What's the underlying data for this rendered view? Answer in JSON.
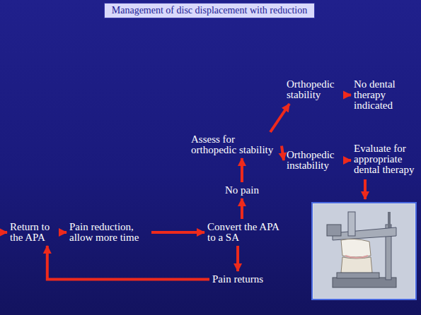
{
  "diagram": {
    "title": "Management of disc displacement with reduction",
    "nodes": [
      {
        "text": [
          "Return to the APA"
        ]
      },
      {
        "text": [
          "Pain reduction, allow more time"
        ]
      },
      {
        "text": [
          "Convert the APA to a SA"
        ]
      },
      {
        "text": [
          "Pain returns"
        ]
      },
      {
        "text": [
          "No pain"
        ]
      },
      {
        "text": [
          "Assess for orthopedic stability"
        ]
      },
      {
        "text": [
          "Orthopedic stability"
        ]
      },
      {
        "text": [
          "No dental therapy indicated"
        ]
      },
      {
        "text": [
          "Orthopedic instability"
        ]
      },
      {
        "text": [
          "Evaluate for appropriate dental therapy"
        ]
      }
    ],
    "edges": [
      {
        "from": 0,
        "to": 1,
        "arrow": "to"
      },
      {
        "from": 1,
        "to": 2,
        "arrow": "to"
      },
      {
        "from": 2,
        "to": 3,
        "arrow": "to"
      },
      {
        "from": 3,
        "to": 0,
        "arrow": "to"
      },
      {
        "from": 2,
        "to": 4,
        "arrow": "to"
      },
      {
        "from": 4,
        "to": 5,
        "arrow": "to"
      },
      {
        "from": 5,
        "to": 6,
        "arrow": "to"
      },
      {
        "from": 5,
        "to": 8,
        "arrow": "to"
      },
      {
        "from": 6,
        "to": 7,
        "arrow": "to"
      },
      {
        "from": 8,
        "to": 9,
        "arrow": "to"
      }
    ]
  }
}
